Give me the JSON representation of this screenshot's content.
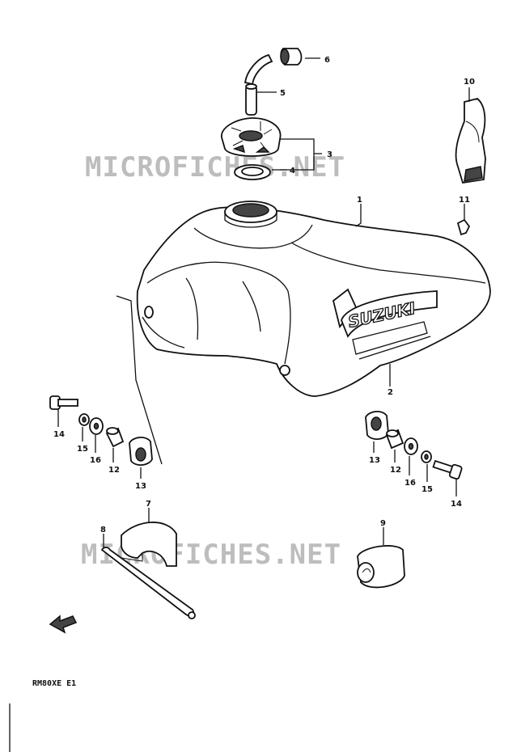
{
  "watermark": {
    "text": "MICROFICHES.NET"
  },
  "tank_brand": "SUZUKI",
  "model_code": "RM80XE E1",
  "callouts": {
    "n1": "1",
    "n2": "2",
    "n3": "3",
    "n4": "4",
    "n5": "5",
    "n6": "6",
    "n7": "7",
    "n8": "8",
    "n9": "9",
    "n10": "10",
    "n11": "11",
    "n12a": "12",
    "n12b": "12",
    "n13a": "13",
    "n13b": "13",
    "n14a": "14",
    "n14b": "14",
    "n15a": "15",
    "n15b": "15",
    "n16a": "16",
    "n16b": "16"
  },
  "icons": {
    "front_arrow": "front-direction-arrow-icon"
  }
}
